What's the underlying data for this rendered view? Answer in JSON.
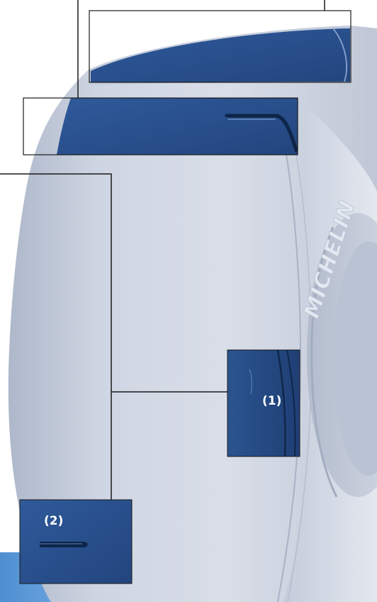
{
  "tire_brand": "MICHELIN",
  "callouts": [
    {
      "label": "(1)"
    },
    {
      "label": "(2)"
    }
  ],
  "colors": {
    "tire_base": "#c9d0df",
    "tire_light": "#e2e6ee",
    "highlight_blue": "#2e5696",
    "highlight_dark": "#1f3f75",
    "sky_blue": "#5b9ad8",
    "leader_line": "#1a1a1a"
  }
}
